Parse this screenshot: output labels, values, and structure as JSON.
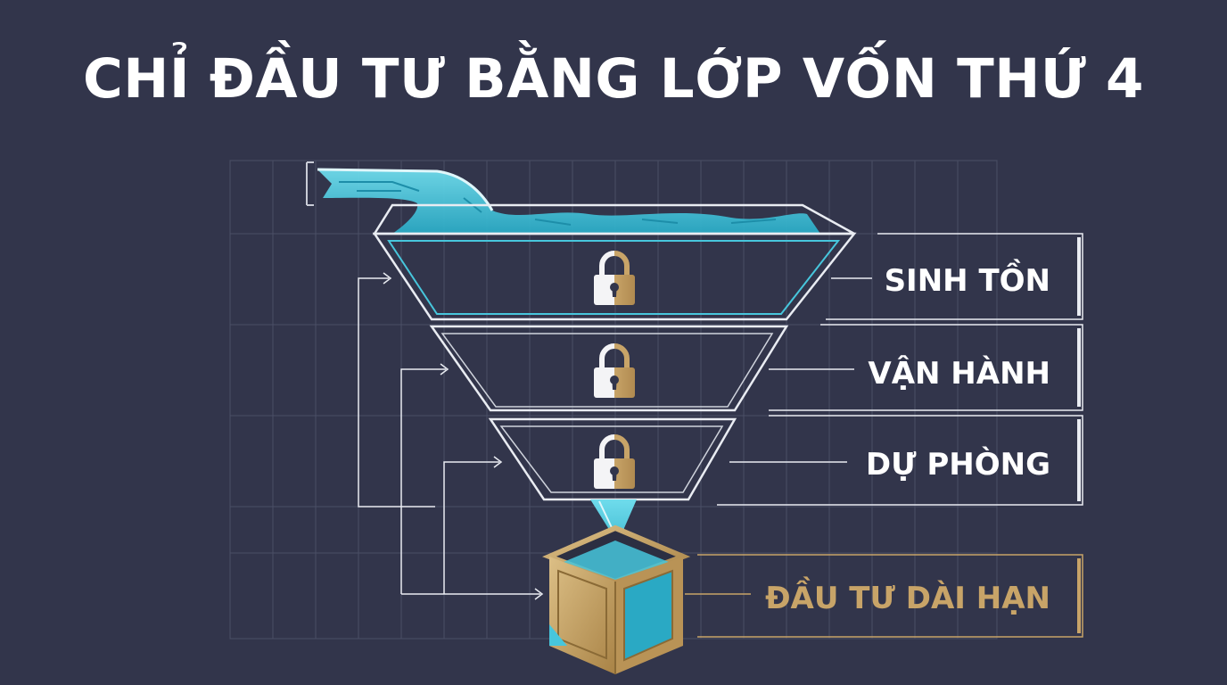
{
  "title": "CHỈ ĐẦU TƯ BẰNG LỚP VỐN THỨ 4",
  "layers": [
    {
      "label": "SINH TỒN",
      "icon": "padlock-icon"
    },
    {
      "label": "VẬN HÀNH",
      "icon": "padlock-icon"
    },
    {
      "label": "DỰ PHÒNG",
      "icon": "padlock-icon"
    }
  ],
  "target": {
    "label": "ĐẦU TƯ DÀI HẠN",
    "icon": "open-box-icon"
  },
  "colors": {
    "background": "#32354b",
    "water": "#47c6dc",
    "gold": "#c8a468",
    "line": "#e9ecf2",
    "grid": "#4a4e66"
  }
}
